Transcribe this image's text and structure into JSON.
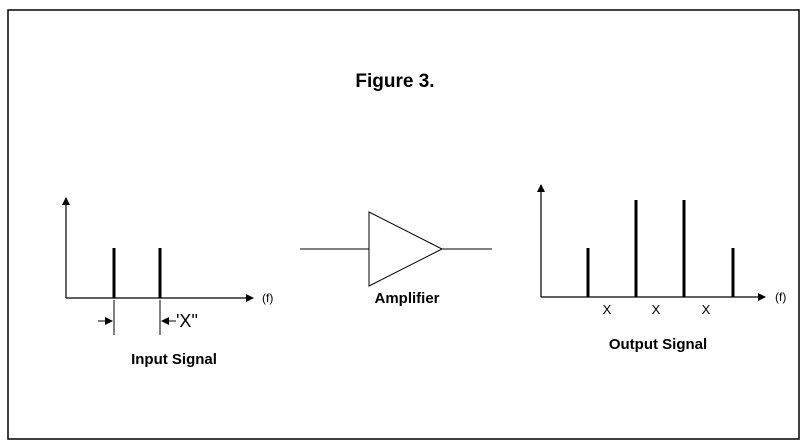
{
  "figure": {
    "title": "Figure 3.",
    "input": {
      "label": "Input Signal",
      "axis_label": "(f)",
      "spacing_label": "'X\""
    },
    "amplifier": {
      "label": "Amplifier"
    },
    "output": {
      "label": "Output Signal",
      "axis_label": "(f)",
      "spacing_marks": [
        "X",
        "X",
        "X"
      ]
    }
  }
}
